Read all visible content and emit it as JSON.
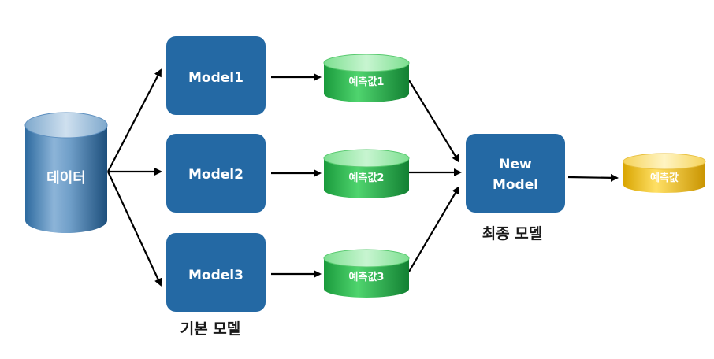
{
  "nodes": {
    "data_source": "데이터",
    "model1": "Model1",
    "model2": "Model2",
    "model3": "Model3",
    "pred1": "예측값1",
    "pred2": "예측값2",
    "pred3": "예측값3",
    "new_model_line1": "New",
    "new_model_line2": "Model",
    "final_pred": "예측값"
  },
  "captions": {
    "base_models": "기본 모델",
    "final_model": "최종 모델"
  },
  "colors": {
    "model_box": "#2469a4",
    "data_cylinder": "#3f7fb4",
    "pred_cylinder": "#26b04a",
    "final_cylinder": "#f2c21b",
    "arrow": "#000000"
  }
}
